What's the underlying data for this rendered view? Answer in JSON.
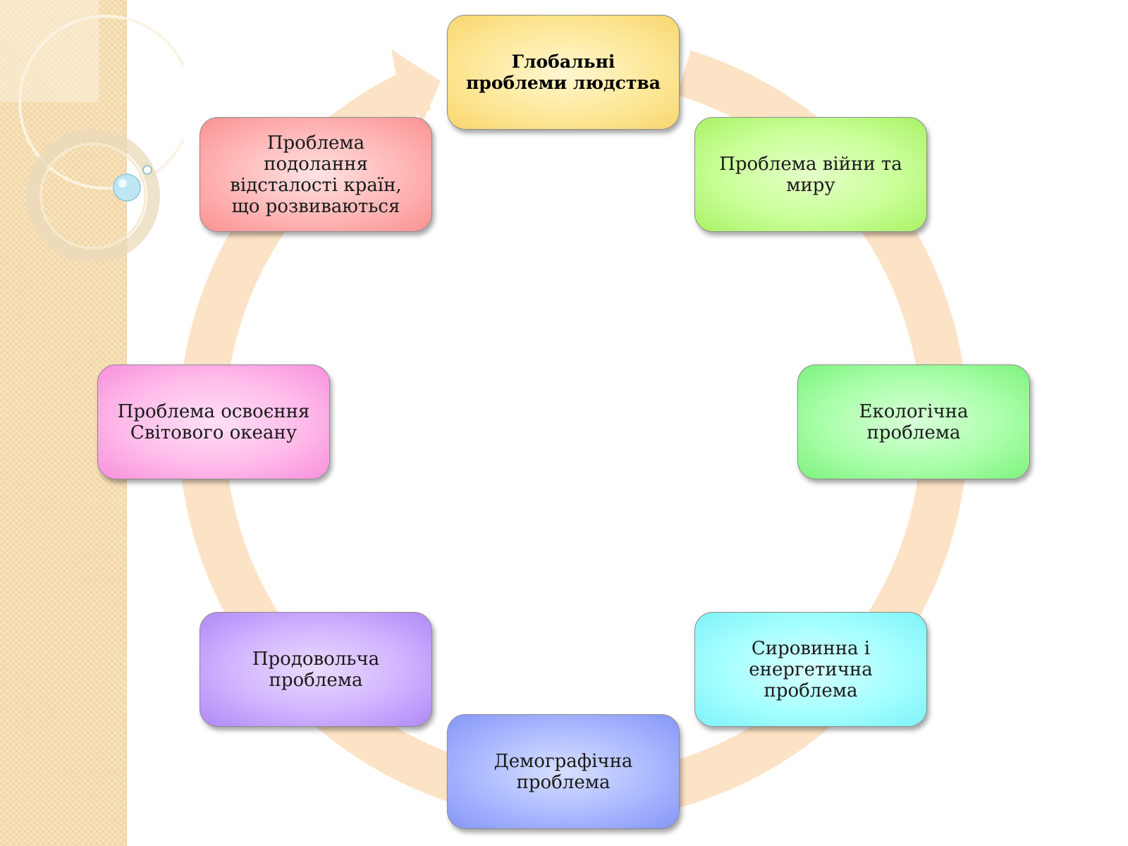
{
  "diagram": {
    "center": {
      "label": "Глобальні\nпроблеми людства"
    },
    "nodes": [
      {
        "id": "war",
        "label": "Проблема війни та\nмиру"
      },
      {
        "id": "eco",
        "label": "Екологічна\nпроблема"
      },
      {
        "id": "raw",
        "label": "Сировинна і\nенергетична\nпроблема"
      },
      {
        "id": "demo",
        "label": "Демографічна\nпроблема"
      },
      {
        "id": "food",
        "label": "Продовольча\nпроблема"
      },
      {
        "id": "ocean",
        "label": "Проблема освоєння\nСвітового океану"
      },
      {
        "id": "dev",
        "label": "Проблема\nподолання\nвідсталості країн,\nщо розвиваються"
      }
    ]
  },
  "colors": {
    "ring": "#fde3c6",
    "center_fill": "#fde89a",
    "war_fill": "#c9ff98",
    "eco_fill": "#aaffaa",
    "raw_fill": "#a5ffff",
    "demo_fill": "#aab9ff",
    "food_fill": "#cfb2ff",
    "ocean_fill": "#ffbbea",
    "dev_fill": "#ffb6b6"
  }
}
